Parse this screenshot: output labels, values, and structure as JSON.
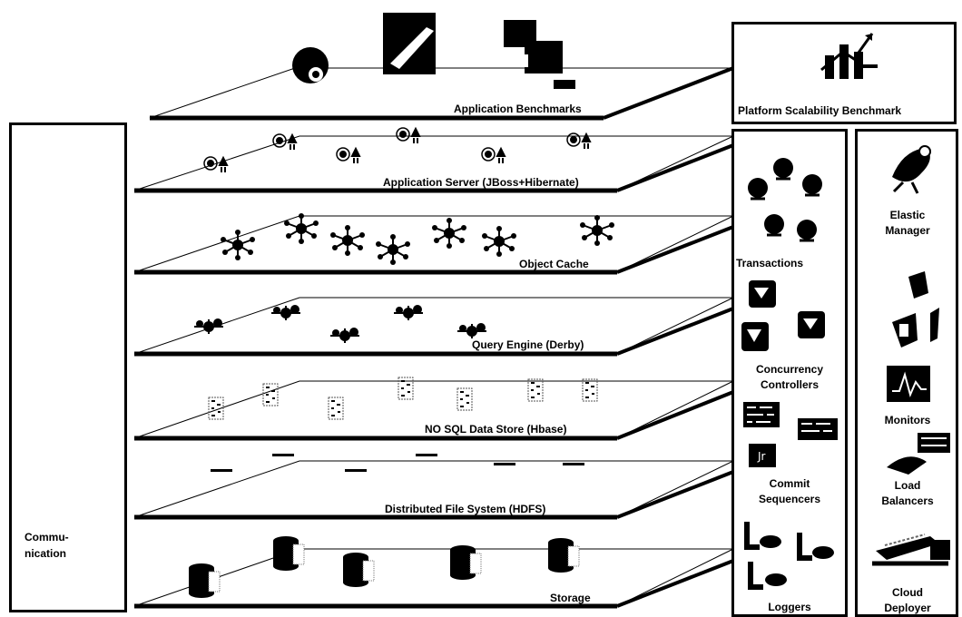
{
  "layers": [
    {
      "label": "Application Benchmarks",
      "icon": "benchmark-app-icon"
    },
    {
      "label": "Application Server (JBoss+Hibernate)",
      "icon": "app-server-node-icon"
    },
    {
      "label": "Object Cache",
      "icon": "cache-node-icon"
    },
    {
      "label": "Query Engine (Derby)",
      "icon": "query-engine-node-icon"
    },
    {
      "label": "NO SQL Data Store (Hbase)",
      "icon": "data-store-node-icon"
    },
    {
      "label": "Distributed File System (HDFS)",
      "icon": "file-system-node-icon"
    },
    {
      "label": "Storage",
      "icon": "storage-drum-icon"
    }
  ],
  "left_panel": {
    "label_line1": "Commu-",
    "label_line2": "nication",
    "icon": "router-icon"
  },
  "top_right": {
    "label": "Platform Scalability Benchmark",
    "icon": "growth-chart-icon"
  },
  "middle_panel": {
    "transactions": "Transactions",
    "concurrency_line1": "Concurrency",
    "concurrency_line2": "Controllers",
    "commit_line1": "Commit",
    "commit_line2": "Sequencers",
    "loggers": "Loggers"
  },
  "right_panel": {
    "elastic_line1": "Elastic",
    "elastic_line2": "Manager",
    "monitors": "Monitors",
    "load_line1": "Load",
    "load_line2": "Balancers",
    "cloud_line1": "Cloud",
    "cloud_line2": "Deployer"
  },
  "colors": {
    "ink": "#000000",
    "background": "#ffffff"
  }
}
